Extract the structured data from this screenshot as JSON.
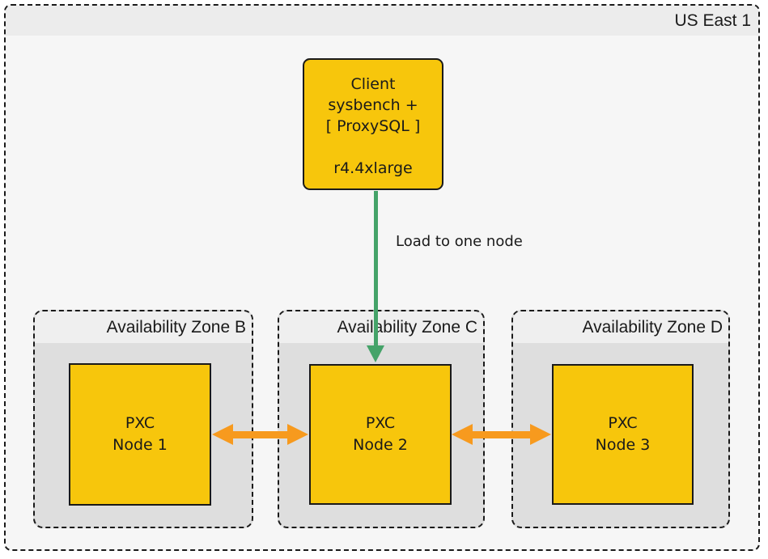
{
  "region": {
    "title": "US East 1"
  },
  "client": {
    "line1": "Client",
    "line2": "sysbench +",
    "line3": "[ ProxySQL ]",
    "instance": "r4.4xlarge"
  },
  "arrows": {
    "load_label": "Load to one node",
    "load_arrow_color": "#45A369",
    "replication_arrow_color": "#F79A1E"
  },
  "zones": [
    {
      "title": "Availability Zone B",
      "node": {
        "line1": "PXC",
        "line2": "Node 1"
      }
    },
    {
      "title": "Availability Zone C",
      "node": {
        "line1": "PXC",
        "line2": "Node 2"
      }
    },
    {
      "title": "Availability Zone D",
      "node": {
        "line1": "PXC",
        "line2": "Node 3"
      }
    }
  ],
  "colors": {
    "box_fill": "#F7C60C",
    "region_fill": "#F6F6F6",
    "region_title_strip": "#ECECEC",
    "zone_fill": "#DEDEDE",
    "zone_title_strip": "#EFEFEF",
    "border": "#1a1a1a"
  }
}
